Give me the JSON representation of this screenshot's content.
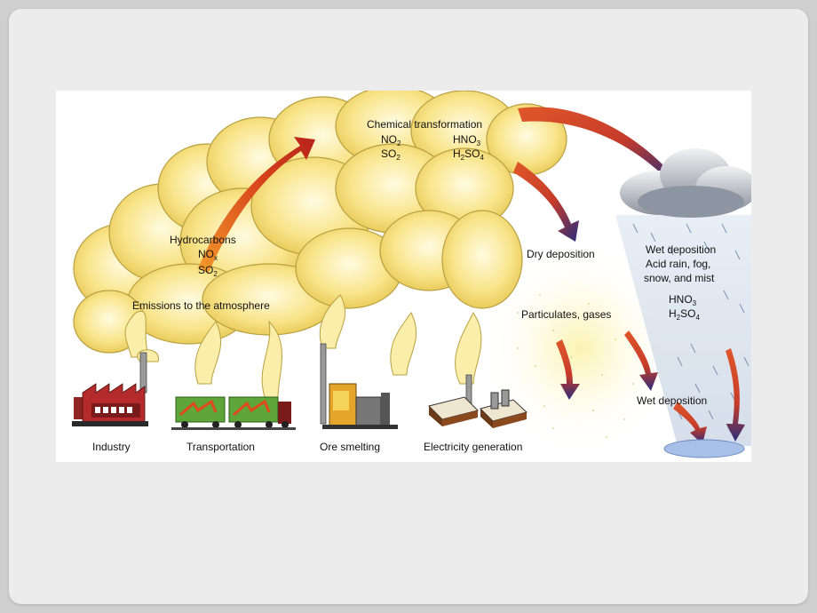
{
  "labels": {
    "chemical_transformation": "Chemical transformation",
    "hydrocarbons": "Hydrocarbons",
    "emissions": "Emissions to the atmosphere",
    "dry_deposition": "Dry deposition",
    "particulates": "Particulates, gases",
    "wet_deposition_top": "Wet deposition",
    "acid_rain": "Acid rain, fog,",
    "snow_mist": "snow, and mist",
    "wet_deposition_bottom": "Wet deposition",
    "industry": "Industry",
    "transportation": "Transportation",
    "ore_smelting": "Ore smelting",
    "electricity": "Electricity generation"
  },
  "formulas": {
    "no": "NO",
    "so": "SO",
    "hno": "HNO",
    "h": "H",
    "so4": "SO",
    "sub2": "2",
    "sub3": "3",
    "subx": "x",
    "sub4": "4"
  },
  "colors": {
    "smoke": "#f7e27a",
    "smoke_outline": "#b8a040",
    "arrow_red": "#d8431c",
    "arrow_navy": "#2a2d7c",
    "factory_red": "#b52a2a",
    "train_green": "#5ea63a",
    "cloud_gray": "#c9ccd2"
  }
}
